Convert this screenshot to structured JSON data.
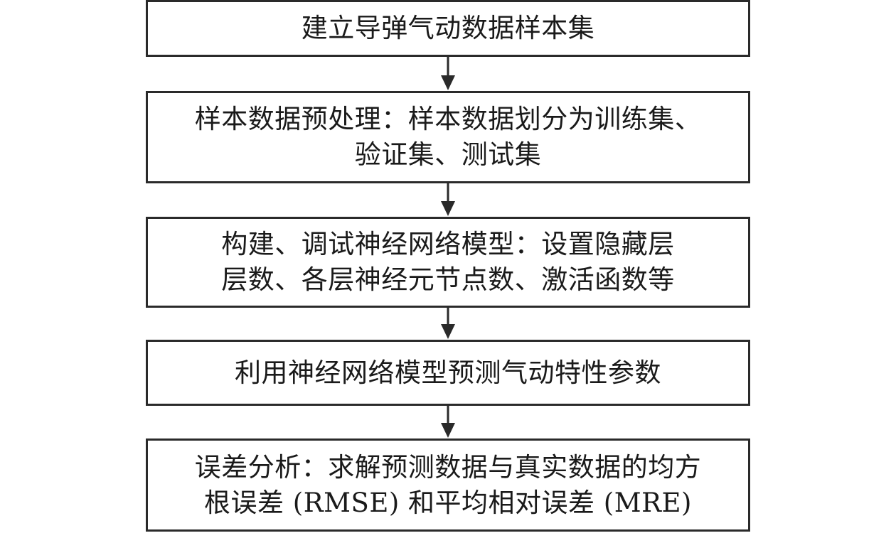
{
  "flowchart": {
    "steps": [
      {
        "text": "建立导弹气动数据样本集"
      },
      {
        "text": "样本数据预处理：样本数据划分为训练集、\n验证集、测试集"
      },
      {
        "text": "构建、调试神经网络模型：设置隐藏层\n层数、各层神经元节点数、激活函数等"
      },
      {
        "text": "利用神经网络模型预测气动特性参数"
      },
      {
        "text": "误差分析：求解预测数据与真实数据的均方\n根误差 (RMSE) 和平均相对误差 (MRE)"
      }
    ],
    "line_color": "#2a2a2a"
  }
}
